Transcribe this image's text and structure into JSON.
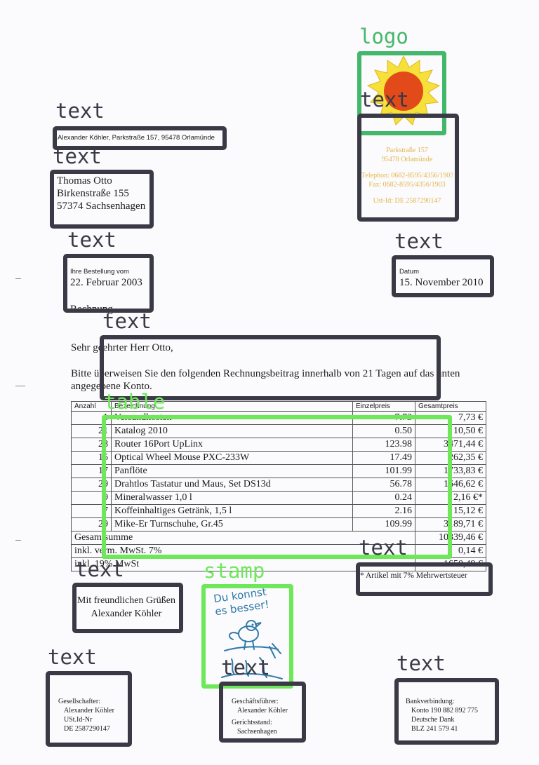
{
  "tags": {
    "logo": "logo",
    "text": "text",
    "table": "table",
    "stamp": "stamp"
  },
  "sender_line": "Alexander Köhler, Parkstraße 157, 95478 Orlamünde",
  "recipient": {
    "name": "Thomas Otto",
    "street": "Birkenstraße 155",
    "city": "57374 Sachsenhagen"
  },
  "letterhead": {
    "street": "Parkstraße 157",
    "city": "95478 Orlamünde",
    "phone": "Telephon: 0682-8595/4356/1903",
    "fax": "Fax: 0682-8595/4356/1903",
    "ust": "Ust-Id: DE 2587290147"
  },
  "order": {
    "label": "Ihre Bestellung vom",
    "date": "22. Februar 2003"
  },
  "date": {
    "label": "Datum",
    "value": "15. November 2010"
  },
  "subject": "Rechnung",
  "body": {
    "greeting": "Sehr geehrter Herr Otto,",
    "text": "Bitte überweisen Sie den folgenden Rechnungsbeitrag innerhalb von 21 Tagen auf das unten angegebene Konto."
  },
  "table": {
    "headers": [
      "Anzahl",
      "Bezeichnung",
      "Einzelpreis",
      "Gesamtpreis"
    ],
    "rows": [
      [
        "1",
        "Versandkosten",
        "7.73",
        "7,73 €"
      ],
      [
        "21",
        "Katalog 2010",
        "0.50",
        "10,50 €"
      ],
      [
        "28",
        "Router 16Port UpLinx",
        "123.98",
        "3471,44 €"
      ],
      [
        "15",
        "Optical Wheel Mouse PXC-233W",
        "17.49",
        "262,35 €"
      ],
      [
        "17",
        "Panflöte",
        "101.99",
        "1733,83 €"
      ],
      [
        "29",
        "Drahtlos Tastatur und Maus, Set DS13d",
        "56.78",
        "1646,62 €"
      ],
      [
        "9",
        "Mineralwasser 1,0 l",
        "0.24",
        "2,16 €*"
      ],
      [
        "7",
        "Koffeinhaltiges Getränk, 1,5 l",
        "2.16",
        "15,12 €"
      ],
      [
        "29",
        "Mike-Er Turnschuhe, Gr.45",
        "109.99",
        "3189,71 €"
      ]
    ],
    "totals": [
      [
        "Gesamtsumme",
        "10339,46 €"
      ],
      [
        "inkl. verm. MwSt. 7%",
        "0,14 €"
      ],
      [
        "inkl. 19% MwSt",
        "1650,49 €"
      ]
    ],
    "footnote": "* Artikel mit 7% Mehrwertsteuer"
  },
  "closing": {
    "line1": "Mit freundlichen Grüßen",
    "line2": "Alexander Köhler"
  },
  "stamp": {
    "line1": "Du konnst",
    "line2": "es besser!"
  },
  "footer": {
    "left": {
      "l1": "Gesellschafter:",
      "l2": "Alexander Köhler",
      "l3": "USt.Id-Nr",
      "l4": "DE 2587290147"
    },
    "middle": {
      "l1": "Geschäftsführer:",
      "l2": "Alexander Köhler",
      "l3": "Gerichtsstand:",
      "l4": "Sachsenhagen"
    },
    "right": {
      "l1": "Bankverbindung:",
      "l2": "Konto 190 882 892 775",
      "l3": "Deutsche Dank",
      "l4": "BLZ 241 579 41"
    }
  },
  "colors": {
    "box": "#3a3a46",
    "logo_box": "#43b86a",
    "table_box": "#6ee85a",
    "letterhead": "#e2b84a",
    "sun_core": "#e24a1a",
    "sun_rays": "#f6e03a",
    "stamp_ink": "#2f7aa8"
  }
}
